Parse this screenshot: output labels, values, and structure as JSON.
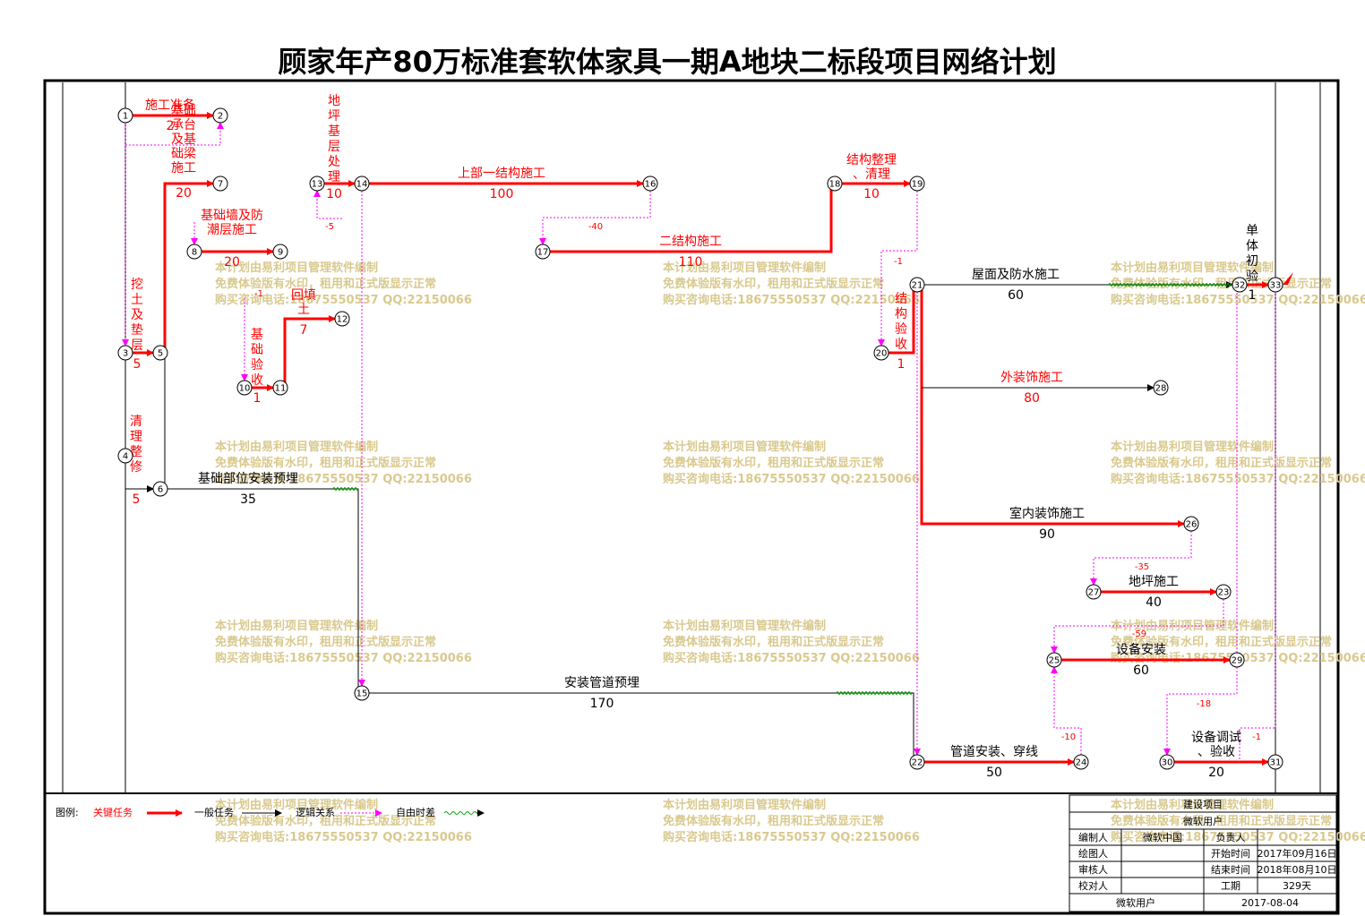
{
  "title": "顾家年产80万标准套软体家具一期A地块二标段项目网络计划",
  "colors": {
    "critical": "#ff0000",
    "normal": "#000000",
    "logic": "#ff00ff",
    "float": "#00aa00",
    "watermark": "#d9c98e"
  },
  "nodes": [
    {
      "id": "1"
    },
    {
      "id": "2"
    },
    {
      "id": "3"
    },
    {
      "id": "4"
    },
    {
      "id": "5"
    },
    {
      "id": "6"
    },
    {
      "id": "7"
    },
    {
      "id": "8"
    },
    {
      "id": "9"
    },
    {
      "id": "10"
    },
    {
      "id": "11"
    },
    {
      "id": "12"
    },
    {
      "id": "13"
    },
    {
      "id": "14"
    },
    {
      "id": "15"
    },
    {
      "id": "16"
    },
    {
      "id": "17"
    },
    {
      "id": "18"
    },
    {
      "id": "19"
    },
    {
      "id": "20"
    },
    {
      "id": "21"
    },
    {
      "id": "22"
    },
    {
      "id": "23"
    },
    {
      "id": "24"
    },
    {
      "id": "25"
    },
    {
      "id": "26"
    },
    {
      "id": "27"
    },
    {
      "id": "28"
    },
    {
      "id": "29"
    },
    {
      "id": "30"
    },
    {
      "id": "31"
    },
    {
      "id": "32"
    },
    {
      "id": "33"
    }
  ],
  "tasks": [
    {
      "name": "施工准备",
      "duration": "2"
    },
    {
      "name": "基础承台及基础梁施工",
      "duration": "20"
    },
    {
      "name": "基础墙及防潮层施工",
      "duration": "20"
    },
    {
      "name": "地坪基层处理",
      "duration": "10"
    },
    {
      "name": "上部一结构施工",
      "duration": "100"
    },
    {
      "name": "二结构施工",
      "duration": "110"
    },
    {
      "name": "结构整理、清理",
      "duration": "10"
    },
    {
      "name": "挖土及垫层",
      "duration": "5"
    },
    {
      "name": "回填土",
      "duration": "7"
    },
    {
      "name": "基础验收",
      "duration": "1"
    },
    {
      "name": "清理整修",
      "duration": "5"
    },
    {
      "name": "基础部位安装预埋",
      "duration": "35"
    },
    {
      "name": "屋面及防水施工",
      "duration": "60"
    },
    {
      "name": "单体初验",
      "duration": "1"
    },
    {
      "name": "结构验收",
      "duration": "1"
    },
    {
      "name": "外装饰施工",
      "duration": "80"
    },
    {
      "name": "室内装饰施工",
      "duration": "90"
    },
    {
      "name": "地坪施工",
      "duration": "40"
    },
    {
      "name": "设备安装",
      "duration": "60"
    },
    {
      "name": "安装管道预埋",
      "duration": "170"
    },
    {
      "name": "管道安装、穿线",
      "duration": "50"
    },
    {
      "name": "设备调试、验收",
      "duration": "20"
    }
  ],
  "lags": [
    "-5",
    "-40",
    "-1",
    "-1",
    "-35",
    "-59",
    "-18",
    "-10",
    "-1"
  ],
  "legend": {
    "title": "图例:",
    "critical": "关键任务",
    "normal": "一般任务",
    "logic": "逻辑关系",
    "float": "自由时差"
  },
  "info": {
    "project_label": "建设项目",
    "project_value": "微软用户",
    "compiler_label": "编制人",
    "compiler_value": "微软中国",
    "owner_label": "负责人",
    "drawer_label": "绘图人",
    "start_label": "开始时间",
    "start_value": "2017年09月16日",
    "reviewer_label": "审核人",
    "end_label": "结束时间",
    "end_value": "2018年08月10日",
    "checker_label": "校对人",
    "duration_label": "工期",
    "duration_value": "329天",
    "footer_user": "微软用户",
    "footer_date": "2017-08-04"
  },
  "watermark": {
    "line1": "本计划由易利项目管理软件编制",
    "line2": "免费体验版有水印，租用和正式版显示正常",
    "line3": "购买咨询电话:18675550537 QQ:22150066"
  }
}
